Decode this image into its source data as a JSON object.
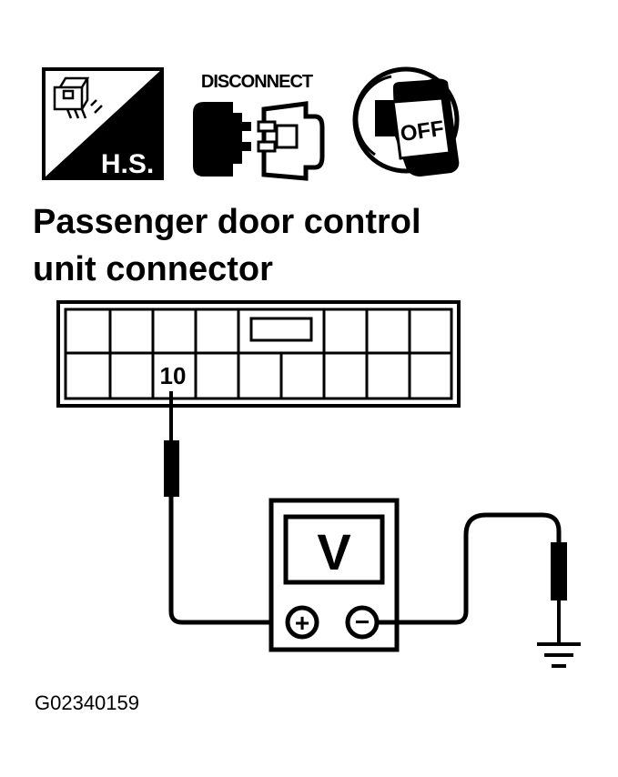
{
  "icons": {
    "harness_label": "H.S.",
    "disconnect_label": "DISCONNECT",
    "ignition_label": "OFF"
  },
  "title": {
    "line1": "Passenger door control",
    "line2": "unit connector"
  },
  "connector": {
    "terminal_label": "10"
  },
  "meter": {
    "unit": "V",
    "positive_symbol": "+",
    "negative_symbol": "−"
  },
  "figure_id": "G02340159"
}
